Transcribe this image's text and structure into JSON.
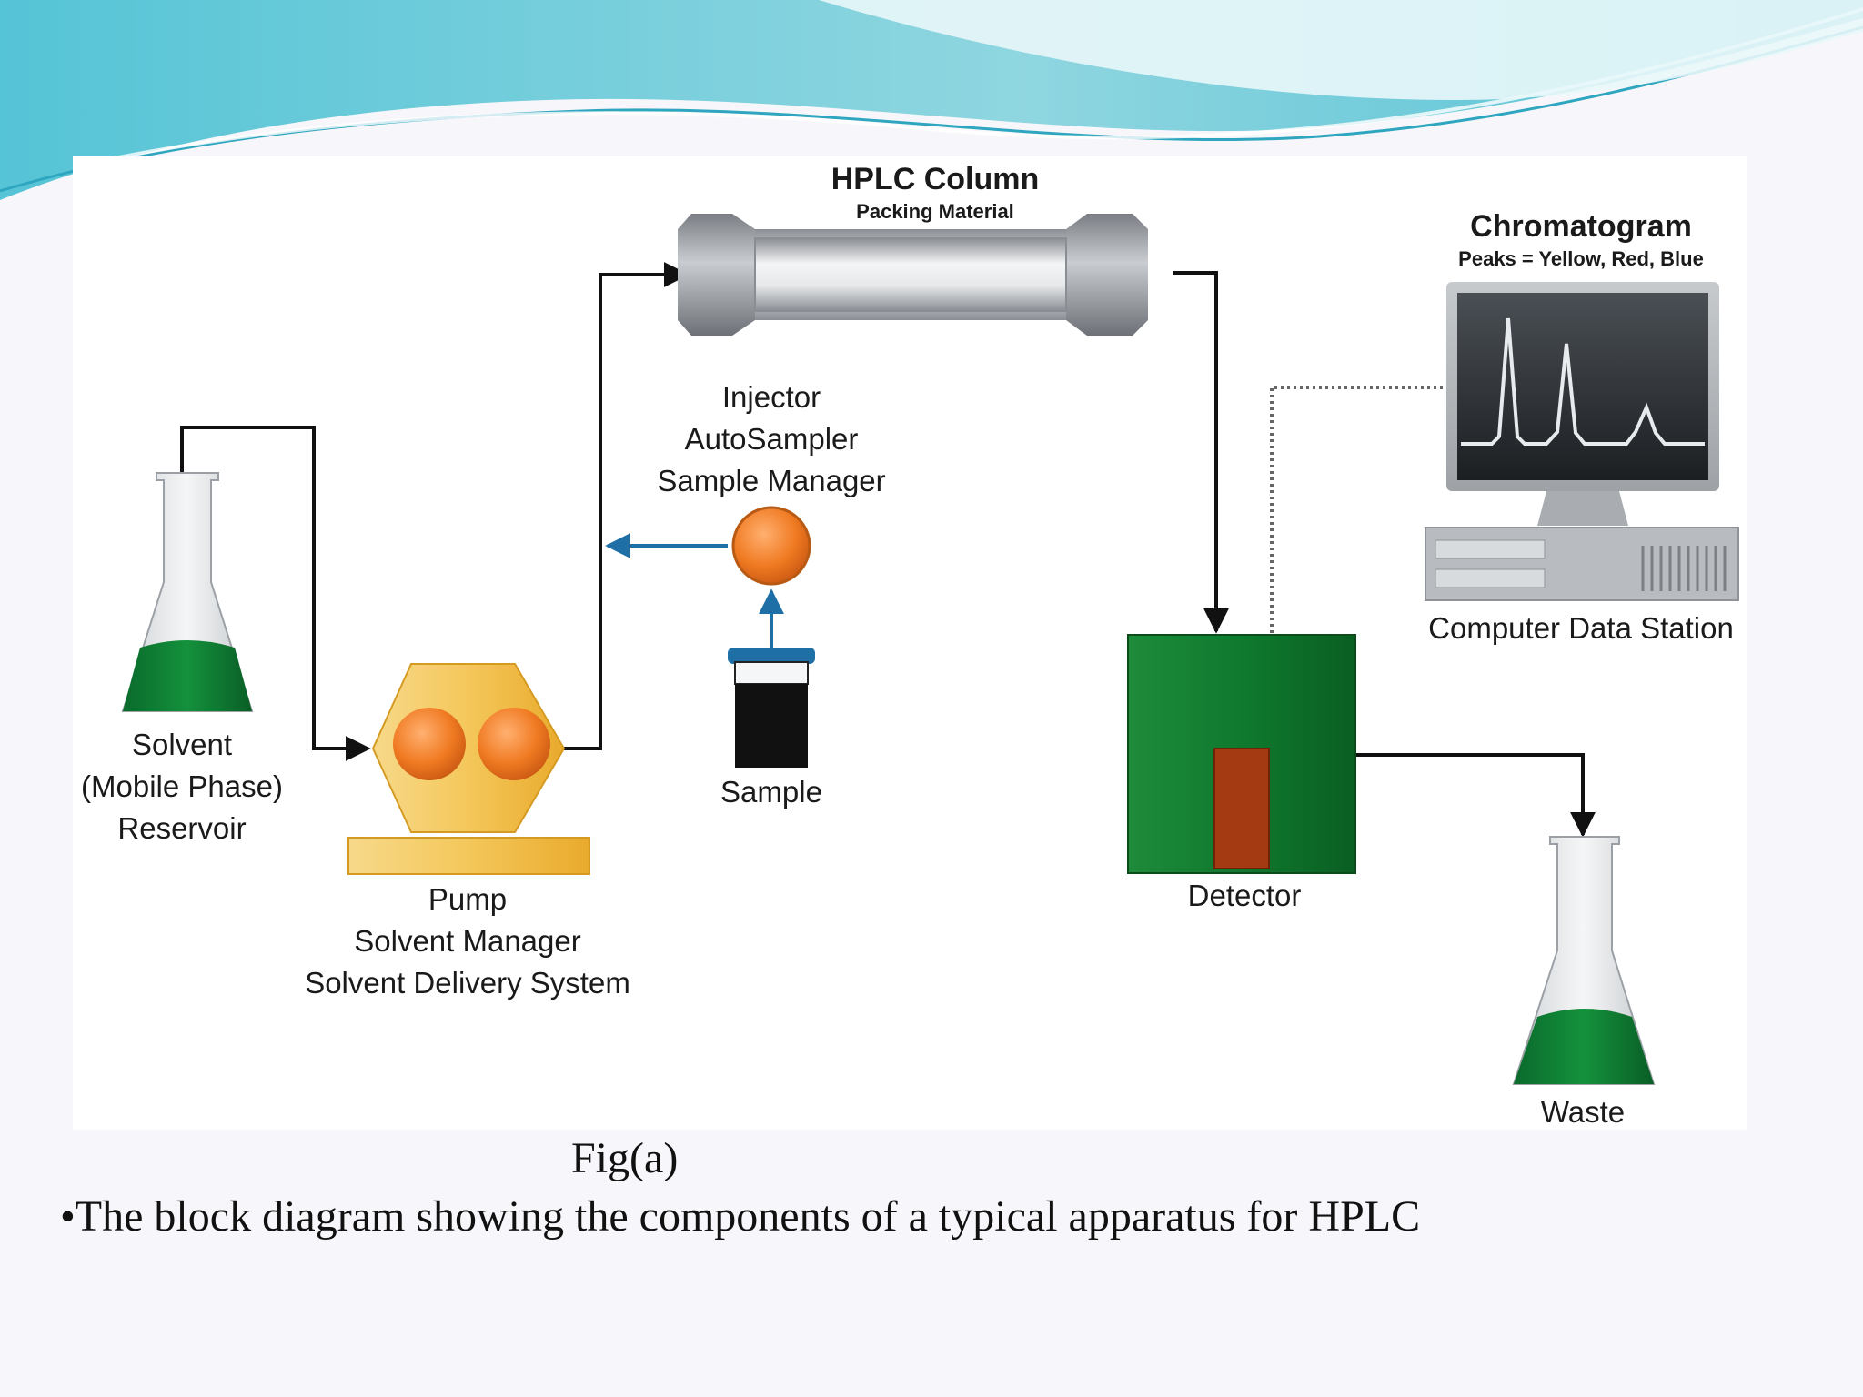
{
  "diagram": {
    "column": {
      "title": "HPLC Column",
      "subtitle": "Packing Material"
    },
    "chromatogram": {
      "title": "Chromatogram",
      "subtitle": "Peaks = Yellow, Red, Blue"
    },
    "computer": {
      "label": "Computer Data Station"
    },
    "injector": {
      "line1": "Injector",
      "line2": "AutoSampler",
      "line3": "Sample Manager"
    },
    "reservoir": {
      "line1": "Solvent",
      "line2": "(Mobile Phase)",
      "line3": "Reservoir"
    },
    "sample": {
      "label": "Sample"
    },
    "pump": {
      "line1": "Pump",
      "line2": "Solvent Manager",
      "line3": "Solvent Delivery System"
    },
    "detector": {
      "label": "Detector"
    },
    "waste": {
      "label": "Waste"
    }
  },
  "caption": {
    "figure": "Fig(a)",
    "description": "•The block diagram showing the  components of a typical apparatus for HPLC"
  },
  "colors": {
    "solvent_green": "#0f7a35",
    "detector_green": "#137a2e",
    "pump_yellow": "#f3c24a",
    "orange": "#f07a22",
    "header_teal": "#5cc8d8",
    "flow_blue": "#1d6fa5"
  }
}
